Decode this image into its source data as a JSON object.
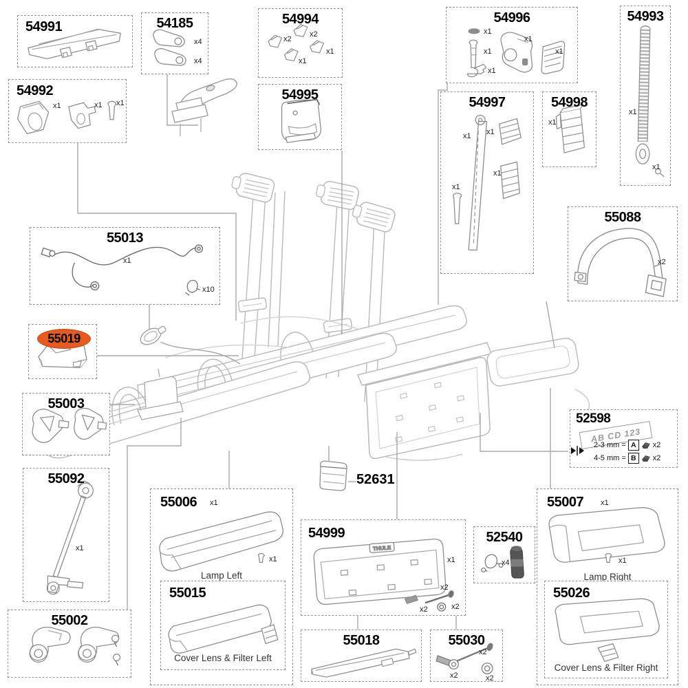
{
  "highlight_color": "#e55a1e",
  "parts": {
    "p54991": {
      "number": "54991"
    },
    "p54185": {
      "number": "54185",
      "q": [
        "x4",
        "x4"
      ]
    },
    "p54994": {
      "number": "54994",
      "q": [
        "x2",
        "x2",
        "x1",
        "x1"
      ]
    },
    "p54996": {
      "number": "54996",
      "q": [
        "x1",
        "x1",
        "x1",
        "x1",
        "x1"
      ]
    },
    "p54993": {
      "number": "54993",
      "q": [
        "x1",
        "x1"
      ]
    },
    "p54992": {
      "number": "54992",
      "q": [
        "x1",
        "x1",
        "x1"
      ]
    },
    "p54995": {
      "number": "54995"
    },
    "p54997": {
      "number": "54997",
      "q": [
        "x1",
        "x1",
        "x1",
        "x1"
      ]
    },
    "p54998": {
      "number": "54998",
      "q": [
        "x1"
      ]
    },
    "p55088": {
      "number": "55088",
      "q": [
        "x2"
      ]
    },
    "p55013": {
      "number": "55013",
      "q": [
        "x1",
        "x10"
      ]
    },
    "p55019": {
      "number": "55019",
      "highlighted": true
    },
    "p55003": {
      "number": "55003"
    },
    "p52598": {
      "number": "52598",
      "plate_text": "AB CD 123",
      "rows": [
        {
          "range": "2-3 mm =",
          "code": "A",
          "qty": "x2"
        },
        {
          "range": "4-5 mm =",
          "code": "B",
          "qty": "x2"
        }
      ]
    },
    "p55092": {
      "number": "55092",
      "q": [
        "x1"
      ]
    },
    "p55006": {
      "number": "55006",
      "q": [
        "x1",
        "x1"
      ],
      "caption": "Lamp Left"
    },
    "p55015": {
      "number": "55015",
      "caption": "Cover Lens & Filter Left"
    },
    "p55002": {
      "number": "55002"
    },
    "p52631": {
      "number": "52631"
    },
    "p54999": {
      "number": "54999",
      "q": [
        "x1",
        "x2",
        "x2",
        "x2"
      ],
      "plate_logo": "THULE"
    },
    "p52540": {
      "number": "52540",
      "q": [
        "x4"
      ]
    },
    "p55018": {
      "number": "55018"
    },
    "p55030": {
      "number": "55030",
      "q": [
        "x2",
        "x2",
        "x2"
      ]
    },
    "p55007": {
      "number": "55007",
      "q": [
        "x1",
        "x1"
      ],
      "caption": "Lamp Right"
    },
    "p55026": {
      "number": "55026",
      "caption": "Cover Lens & Filter Right"
    }
  }
}
